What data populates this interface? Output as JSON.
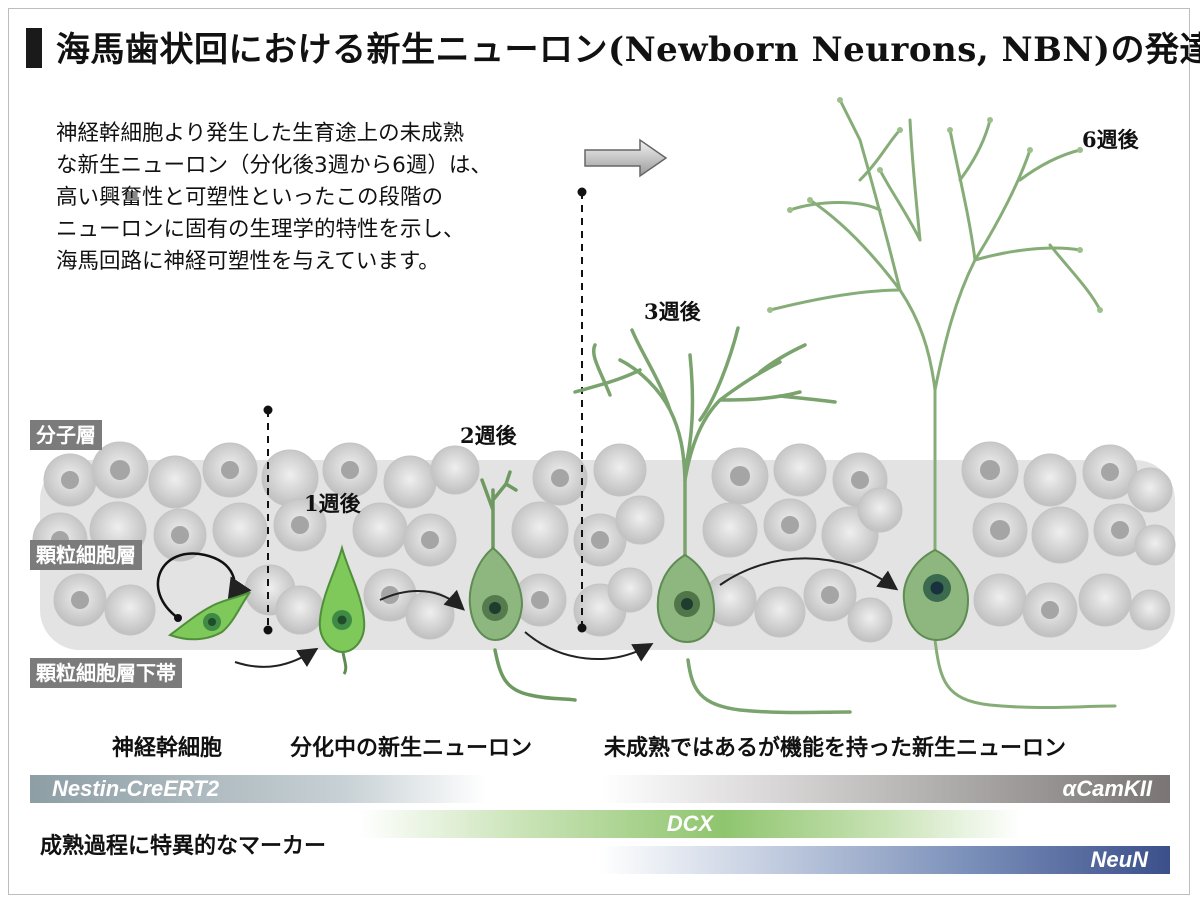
{
  "title": "海馬歯状回における新生ニューロン(Newborn Neurons, NBN)の発達",
  "intro": "神経幹細胞より発生した生育途上の未成熟\nな新生ニューロン（分化後3週から6週）は、\n高い興奮性と可塑性といったこの段階の\nニューロンに固有の生理学的特性を示し、\n海馬回路に神経可塑性を与えています。",
  "stages": {
    "week1": "1週後",
    "week2": "2週後",
    "week3": "3週後",
    "week6": "6週後"
  },
  "layers": {
    "molecular": "分子層",
    "granule": "顆粒細胞層",
    "subgranular": "顆粒細胞層下帯"
  },
  "cell_names": {
    "stem": "神経幹細胞",
    "differentiating": "分化中の新生ニューロン",
    "immature": "未成熟ではあるが機能を持った新生ニューロン"
  },
  "markers": {
    "caption": "成熟過程に特異的なマーカー",
    "nestin": "Nestin-CreERT2",
    "camkii": "αCamKII",
    "dcx": "DCX",
    "neun": "NeuN"
  },
  "colors": {
    "neuron_fill": "#8db77f",
    "neuron_stroke": "#5e8c52",
    "stem_fill": "#7ec95a",
    "nucleus": "#2e5a3c",
    "tissue": "#d8d8d8",
    "nestin_bar": "#8d9ea5",
    "camkii_bar": "#7a7575",
    "dcx_bar": "#8fc56e",
    "neun_bar": "#3b4f8a",
    "layer_label": "#7b7b7b"
  }
}
